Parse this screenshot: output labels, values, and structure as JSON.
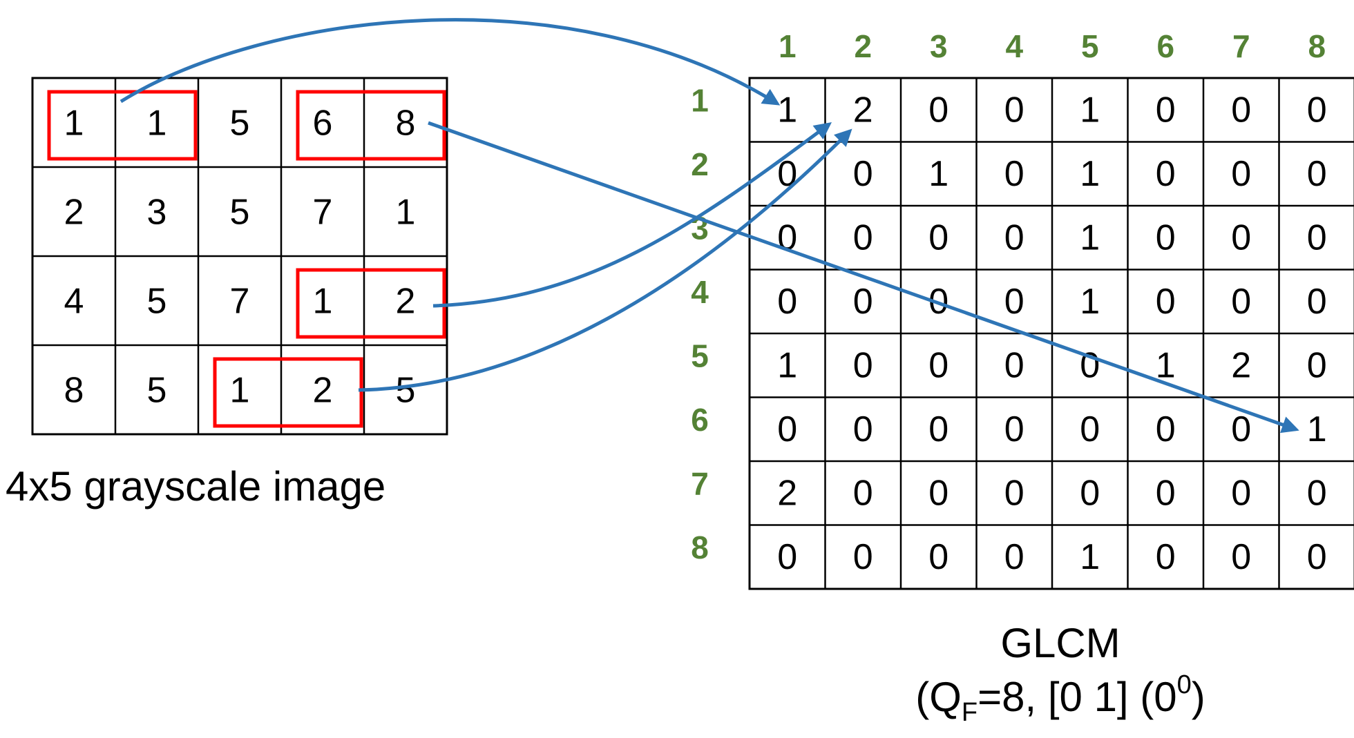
{
  "image_grid": {
    "rows": [
      [
        "1",
        "1",
        "5",
        "6",
        "8"
      ],
      [
        "2",
        "3",
        "5",
        "7",
        "1"
      ],
      [
        "4",
        "5",
        "7",
        "1",
        "2"
      ],
      [
        "8",
        "5",
        "1",
        "2",
        "5"
      ]
    ],
    "caption": "4x5 grayscale image",
    "highlighted_pairs": [
      {
        "row": 0,
        "col": 0
      },
      {
        "row": 0,
        "col": 3
      },
      {
        "row": 2,
        "col": 3
      },
      {
        "row": 3,
        "col": 2
      }
    ]
  },
  "glcm": {
    "column_headers": [
      "1",
      "2",
      "3",
      "4",
      "5",
      "6",
      "7",
      "8"
    ],
    "row_headers": [
      "1",
      "2",
      "3",
      "4",
      "5",
      "6",
      "7",
      "8"
    ],
    "rows": [
      [
        "1",
        "2",
        "0",
        "0",
        "1",
        "0",
        "0",
        "0"
      ],
      [
        "0",
        "0",
        "1",
        "0",
        "1",
        "0",
        "0",
        "0"
      ],
      [
        "0",
        "0",
        "0",
        "0",
        "1",
        "0",
        "0",
        "0"
      ],
      [
        "0",
        "0",
        "0",
        "0",
        "1",
        "0",
        "0",
        "0"
      ],
      [
        "1",
        "0",
        "0",
        "0",
        "0",
        "1",
        "2",
        "0"
      ],
      [
        "0",
        "0",
        "0",
        "0",
        "0",
        "0",
        "0",
        "1"
      ],
      [
        "2",
        "0",
        "0",
        "0",
        "0",
        "0",
        "0",
        "0"
      ],
      [
        "0",
        "0",
        "0",
        "0",
        "1",
        "0",
        "0",
        "0"
      ]
    ],
    "caption_title": "GLCM",
    "caption_open": "(Q",
    "caption_sub": "F",
    "caption_mid": "=8,  [0 1] (0",
    "caption_sup": "0",
    "caption_close": ")"
  },
  "arrows": [
    {
      "from": "pair-1-1",
      "to": "glcm-1-1"
    },
    {
      "from": "pair-6-8",
      "to": "glcm-6-8"
    },
    {
      "from": "pair-1-2-row3",
      "to": "glcm-1-2"
    },
    {
      "from": "pair-1-2-row4",
      "to": "glcm-1-2"
    }
  ],
  "colors": {
    "grid_line": "#000000",
    "highlight_box": "#ff0000",
    "arrow": "#2e75b6",
    "header_text": "#548235"
  }
}
